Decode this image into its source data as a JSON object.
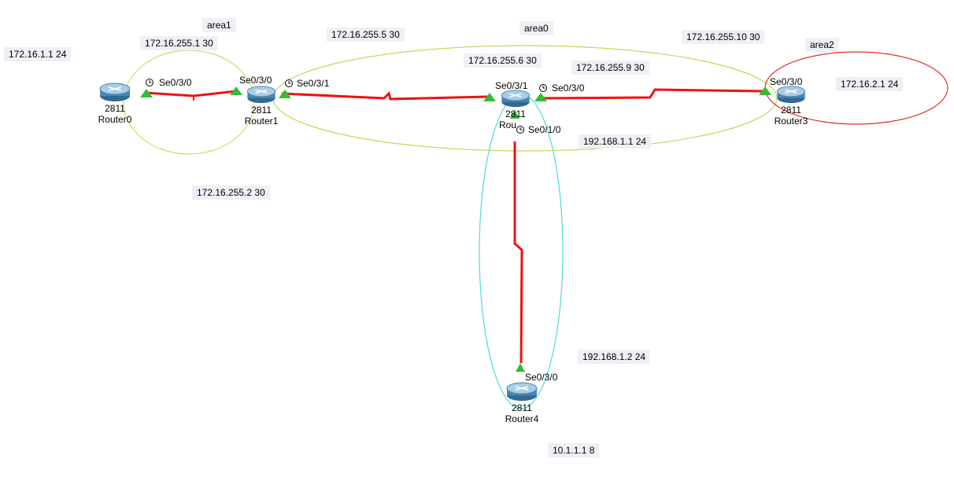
{
  "colors": {
    "link": "#ee1111",
    "area0": "#b8dc5a",
    "area1": "#c4e06a",
    "area2": "#e03030",
    "area_cyan": "#50dada",
    "link_up": "#33bb33",
    "router_blue": "#4a86b0"
  },
  "areas": {
    "area0": "area0",
    "area1": "area1",
    "area2": "area2"
  },
  "networks": {
    "r0_lan": "172.16.1.1  24",
    "r0_r1_a": "172.16.255.1  30",
    "r0_r1_b": "172.16.255.2  30",
    "r1_r2_a": "172.16.255.5  30",
    "r1_r2_b": "172.16.255.6  30",
    "r2_r3_a": "172.16.255.10  30",
    "r2_r3_b": "172.16.255.9  30",
    "r3_lan": "172.16.2.1  24",
    "r2_r4_a": "192.168.1.1  24",
    "r2_r4_b": "192.168.1.2  24",
    "r4_lan": "10.1.1.1  8"
  },
  "routers": [
    {
      "model": "2811",
      "name": "Router0"
    },
    {
      "model": "2811",
      "name": "Router1"
    },
    {
      "model": "2811",
      "name": "Rou"
    },
    {
      "model": "2811",
      "name": "Router3"
    },
    {
      "model": "2811",
      "name": "Router4"
    }
  ],
  "ports": {
    "r0_se030": "Se0/3/0",
    "r1_se030": "Se0/3/0",
    "r1_se031": "Se0/3/1",
    "r2_se031": "Se0/3/1",
    "r2_se030": "Se0/3/0",
    "r2_se010": "Se0/1/0",
    "r3_se030": "Se0/3/0",
    "r4_se030": "Se0/3/0"
  }
}
